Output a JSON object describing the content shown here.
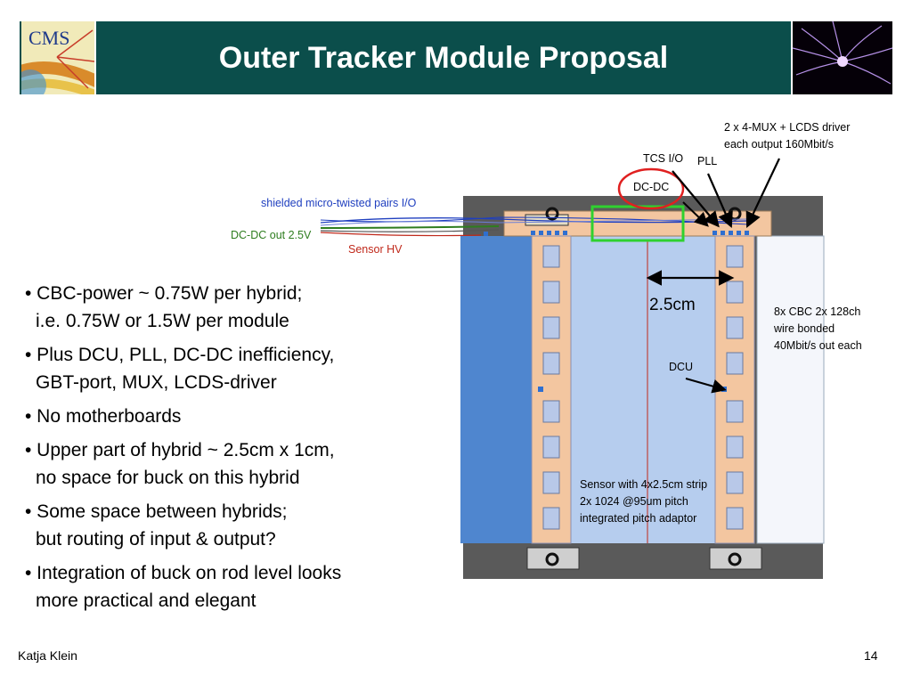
{
  "header": {
    "title": "Outer Tracker Module Proposal",
    "logo_text": "CMS"
  },
  "bullets": [
    {
      "line1": "• CBC-power ~ 0.75W per hybrid;",
      "line2": "i.e. 0.75W or 1.5W per module"
    },
    {
      "line1": "• Plus DCU, PLL, DC-DC inefficiency,",
      "line2": "GBT-port, MUX, LCDS-driver"
    },
    {
      "line1": "• No motherboards",
      "line2": ""
    },
    {
      "line1": "• Upper part of hybrid ~ 2.5cm x 1cm,",
      "line2": "no space for buck on this hybrid"
    },
    {
      "line1": "• Some space between hybrids;",
      "line2": "but routing of input & output?"
    },
    {
      "line1": "• Integration of buck on rod level looks",
      "line2": "more practical and elegant"
    }
  ],
  "diagram": {
    "mux_label_1": "2 x 4-MUX + LCDS driver",
    "mux_label_2": "each output 160Mbit/s",
    "tcs_label": "TCS I/O",
    "pll_label": "PLL",
    "dcdc_label": "DC-DC",
    "twisted_pairs_label": "shielded micro-twisted pairs I/O",
    "dcdc_out_label": "DC-DC out 2.5V",
    "sensor_hv_label": "Sensor HV",
    "width_label": "2.5cm",
    "cbc_label_1": "8x CBC 2x 128ch",
    "cbc_label_2": "wire bonded",
    "cbc_label_3": "40Mbit/s out each",
    "dcu_label": "DCU",
    "sensor_label_1": "Sensor with 4x2.5cm strip",
    "sensor_label_2": "2x 1024 @95um pitch",
    "sensor_label_3": "integrated pitch adaptor",
    "colors": {
      "header_bg": "#0b4e4b",
      "twisted_pairs": "#1f3fbf",
      "dcdc_out": "#2e7d1f",
      "sensor_hv": "#c0291b",
      "highlight_circle": "#e02020",
      "highlight_box": "#2fd12f",
      "hybrid": "#f3c6a0"
    }
  },
  "footer": {
    "author": "Katja Klein",
    "page": "14"
  }
}
